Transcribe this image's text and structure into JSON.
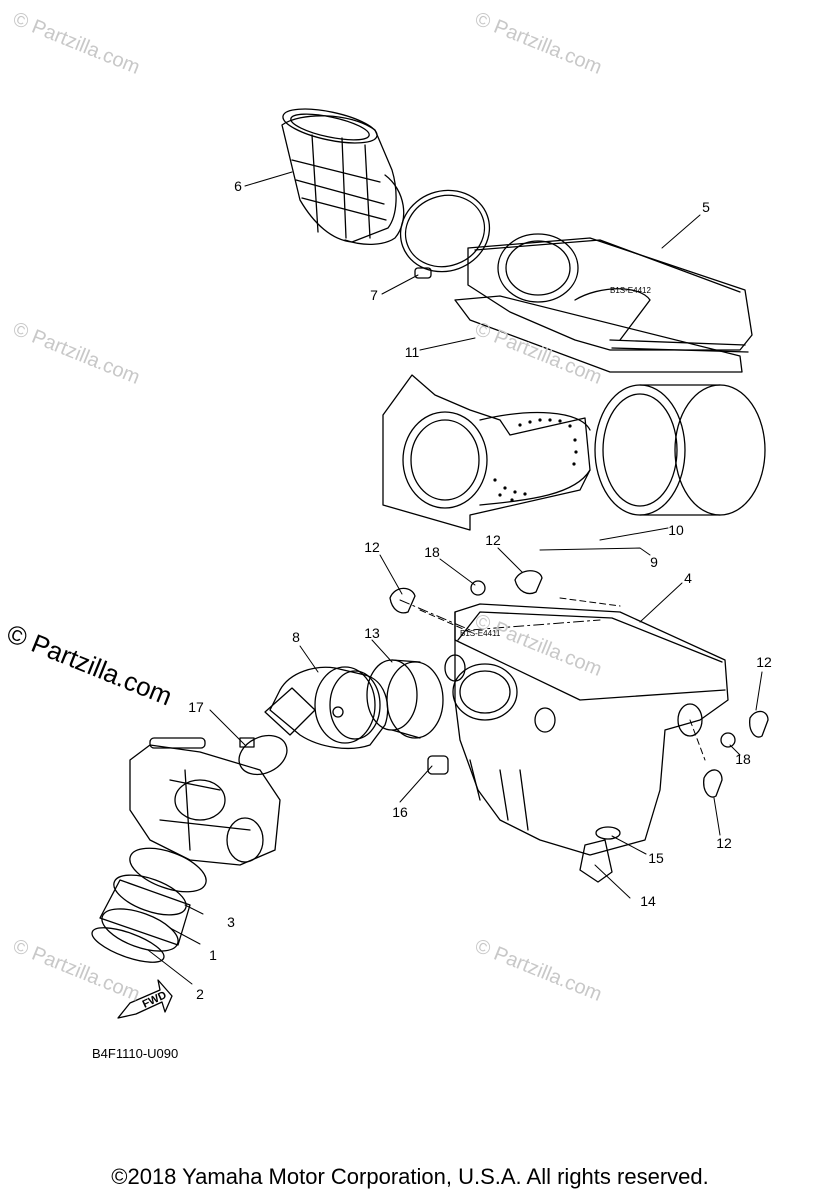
{
  "watermarks": [
    "© Partzilla.com",
    "© Partzilla.com",
    "© Partzilla.com",
    "© Partzilla.com",
    "© Partzilla.com",
    "© Partzilla.com",
    "© Partzilla.com"
  ],
  "watermark_main": "© Partzilla.com",
  "callouts": [
    "1",
    "2",
    "3",
    "4",
    "5",
    "6",
    "7",
    "8",
    "9",
    "10",
    "11",
    "12",
    "12",
    "12",
    "12",
    "13",
    "14",
    "15",
    "16",
    "17",
    "18",
    "18"
  ],
  "fwd_label": "FWD",
  "diagram_code": "B4F1110-U090",
  "copyright": "©2018 Yamaha Motor Corporation, U.S.A. All rights reserved.",
  "stamp_box": "B1S-E4411",
  "stamp_cover": "B1S-E4412"
}
